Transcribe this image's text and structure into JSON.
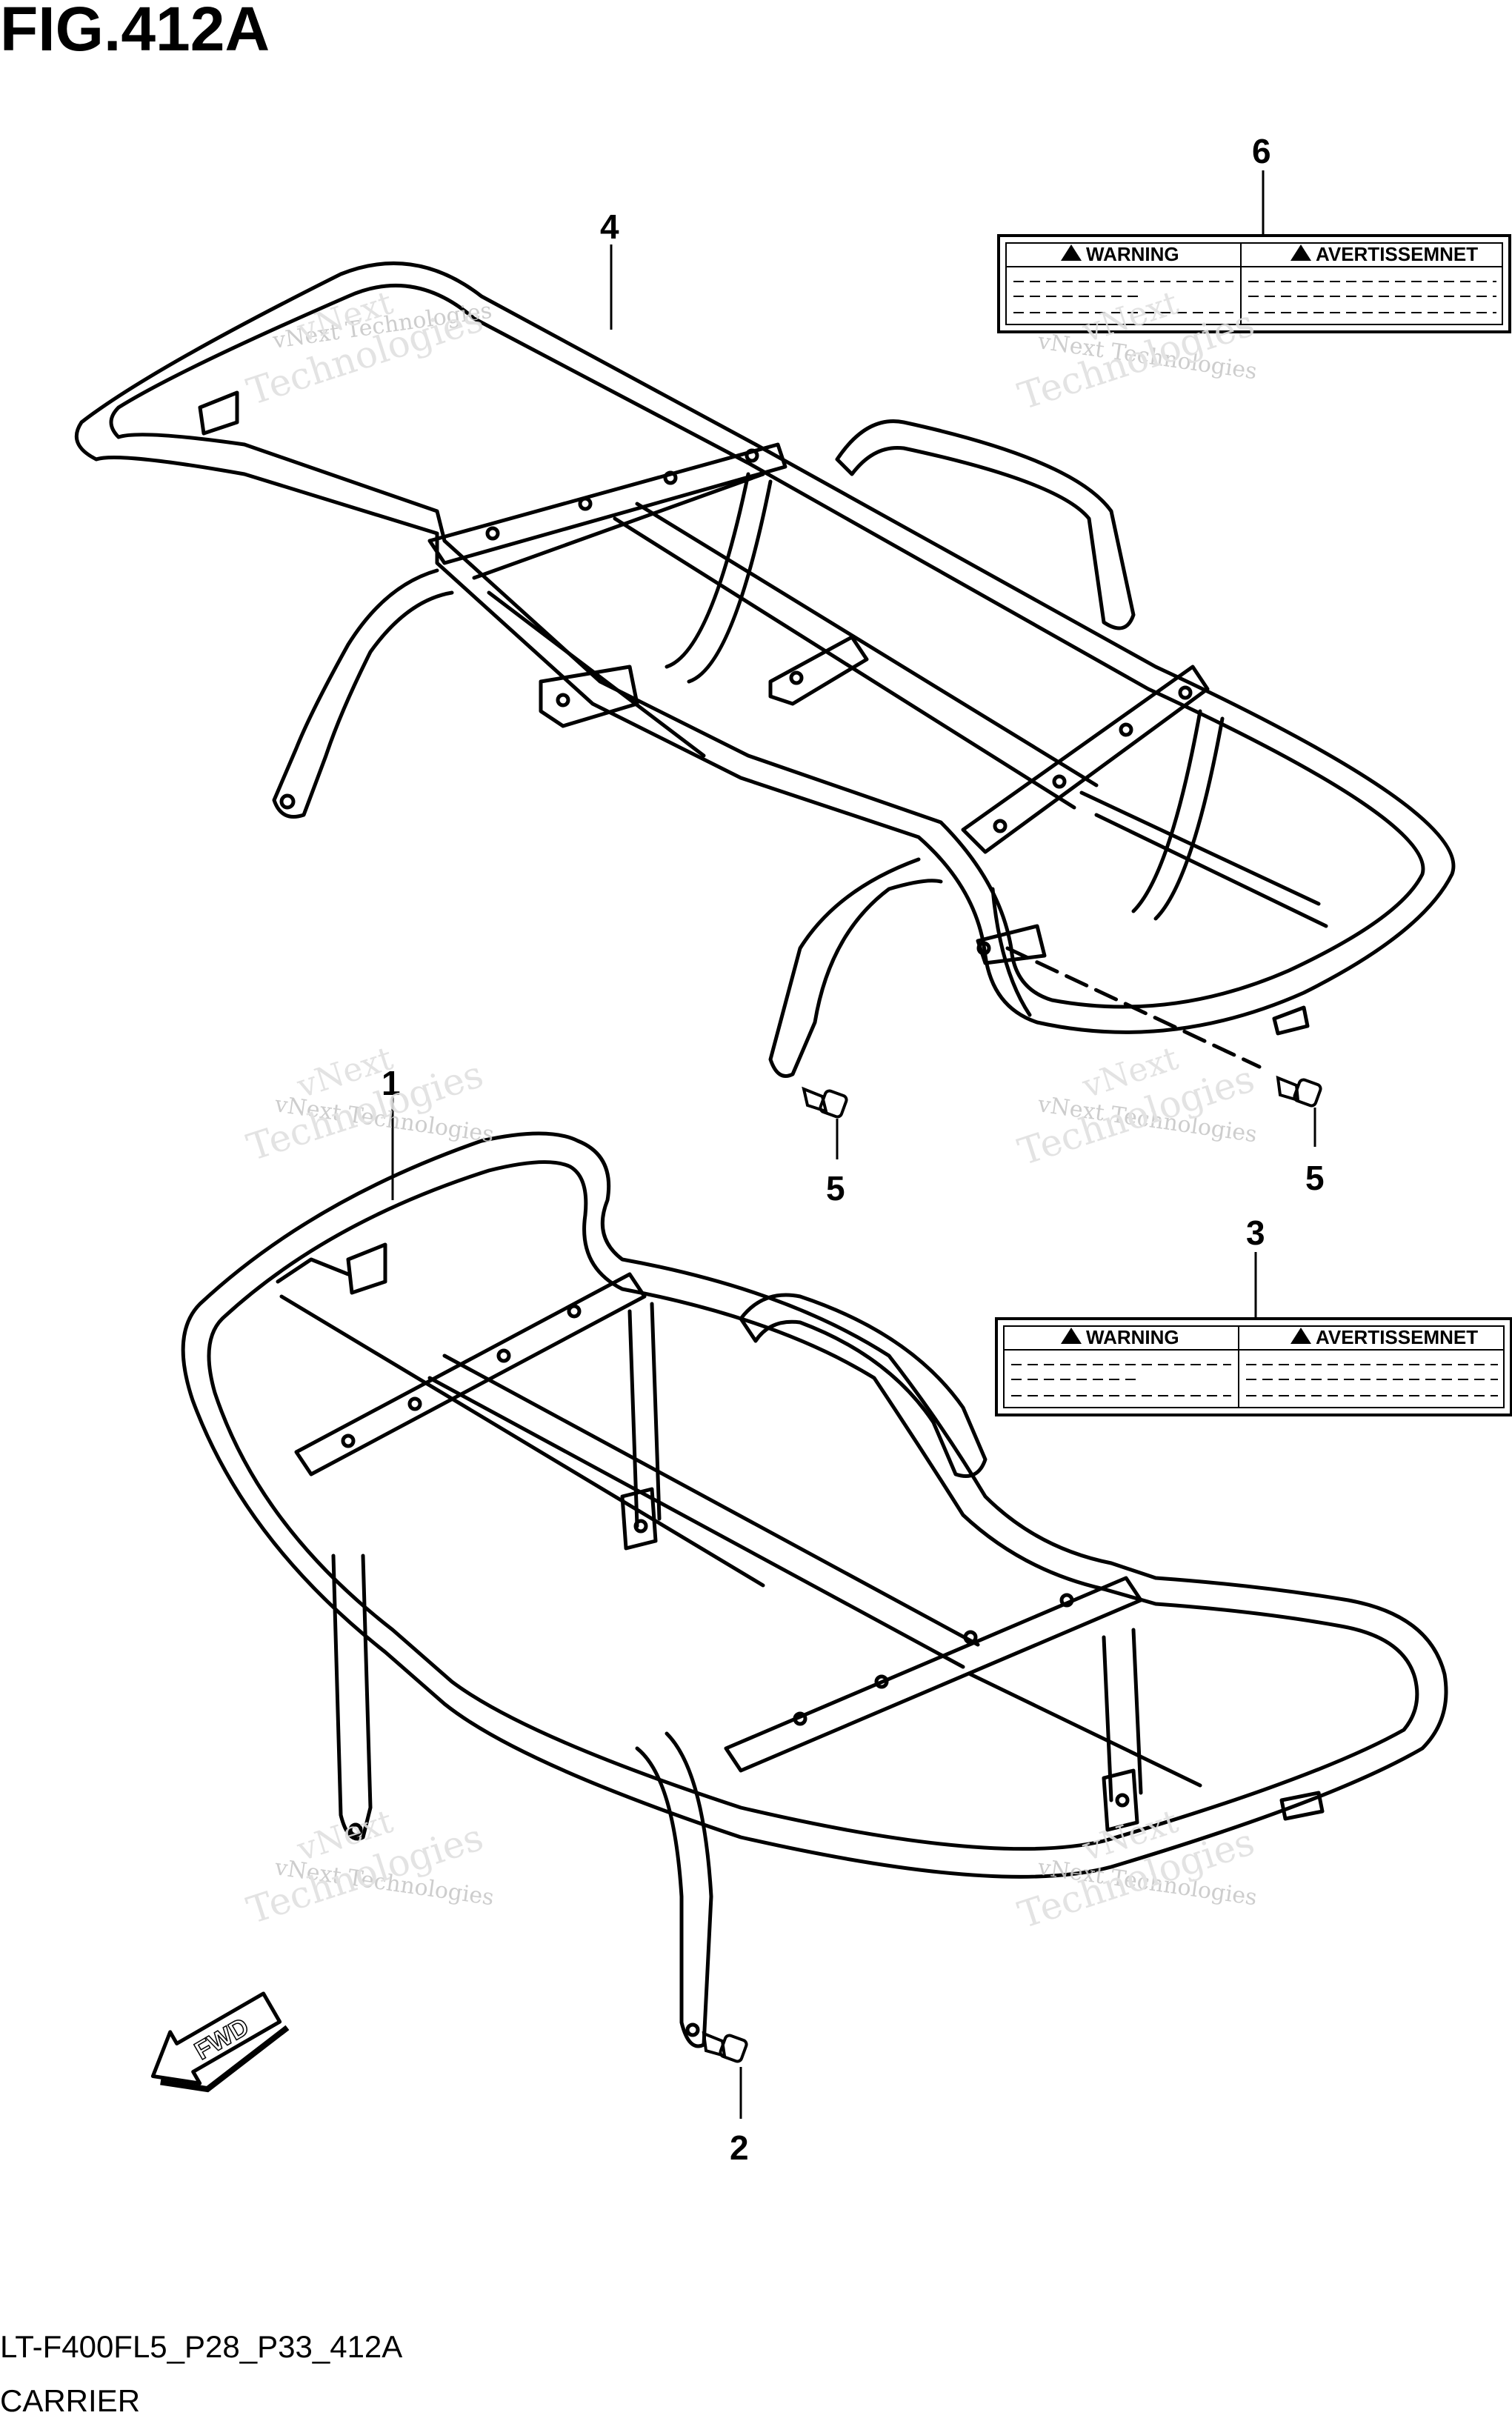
{
  "figure": {
    "title": "FIG.412A"
  },
  "callouts": {
    "c4": "4",
    "c6": "6",
    "c5a": "5",
    "c5b": "5",
    "c1": "1",
    "c3": "3",
    "c2": "2"
  },
  "labels": {
    "top": {
      "warning": "WARNING",
      "avert": "AVERTISSEMNET"
    },
    "bottom": {
      "warning": "WARNING",
      "avert": "AVERTISSEMNET"
    }
  },
  "fwd_label": "FWD",
  "watermark": {
    "line1": "vNext Technologies",
    "line2": "vNext",
    "line3": "Technologies"
  },
  "footer": {
    "model_code": "LT-F400FL5_P28_P33_412A",
    "section": "CARRIER"
  }
}
